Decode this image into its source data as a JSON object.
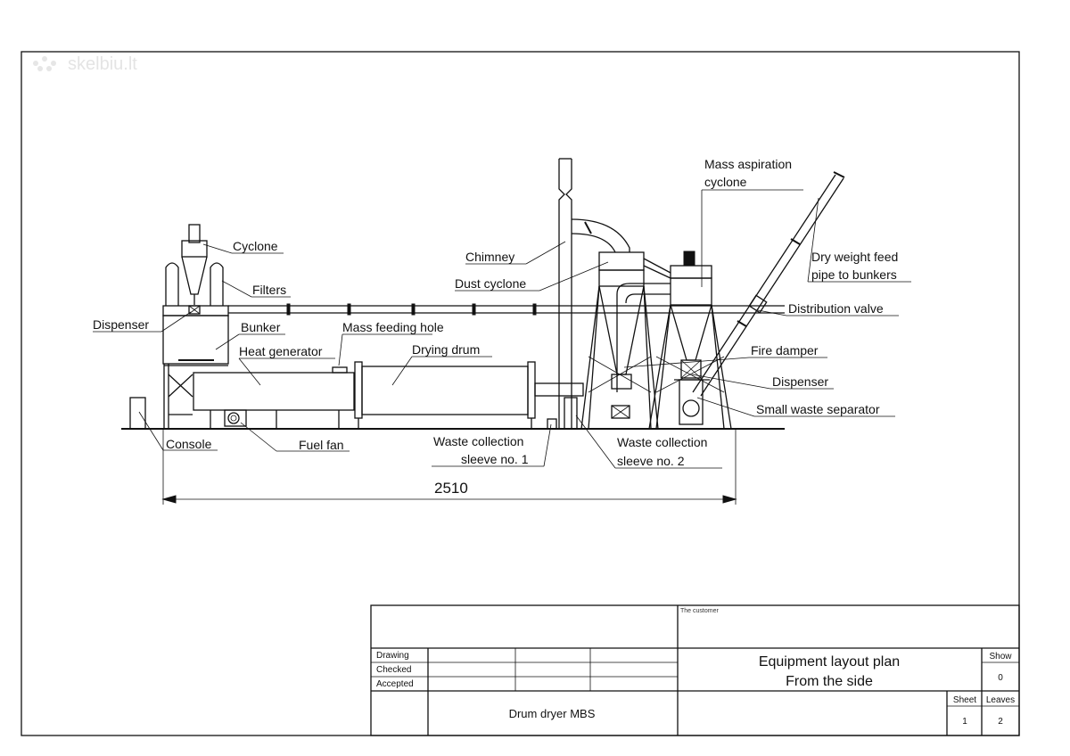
{
  "watermark": "skelbiu.lt",
  "labels": {
    "cyclone": "Cyclone",
    "filters": "Filters",
    "dispenser_left": "Dispenser",
    "bunker": "Bunker",
    "heat_generator": "Heat generator",
    "mass_feeding_hole": "Mass feeding hole",
    "drying_drum": "Drying drum",
    "chimney": "Chimney",
    "dust_cyclone": "Dust cyclone",
    "mass_aspiration_cyclone": [
      "Mass aspiration",
      "cyclone"
    ],
    "dry_weight_feed_pipe": [
      "Dry weight feed",
      "pipe to bunkers"
    ],
    "distribution_valve": "Distribution valve",
    "fire_damper": "Fire damper",
    "dispenser_right": "Dispenser",
    "small_waste_separator": "Small waste separator",
    "console": "Console",
    "fuel_fan": "Fuel fan",
    "waste_sleeve_1": [
      "Waste collection",
      "sleeve no. 1"
    ],
    "waste_sleeve_2": [
      "Waste collection",
      "sleeve no. 2"
    ]
  },
  "dimension": "2510",
  "title_block": {
    "customer_label": "The customer",
    "rows": [
      "Drawing",
      "Checked",
      "Accepted"
    ],
    "plan_title": [
      "Equipment layout plan",
      "From the side"
    ],
    "product": "Drum dryer MBS",
    "show_label": "Show",
    "show_value": "0",
    "sheet_label": "Sheet",
    "sheet_value": "1",
    "leaves_label": "Leaves",
    "leaves_value": "2"
  }
}
